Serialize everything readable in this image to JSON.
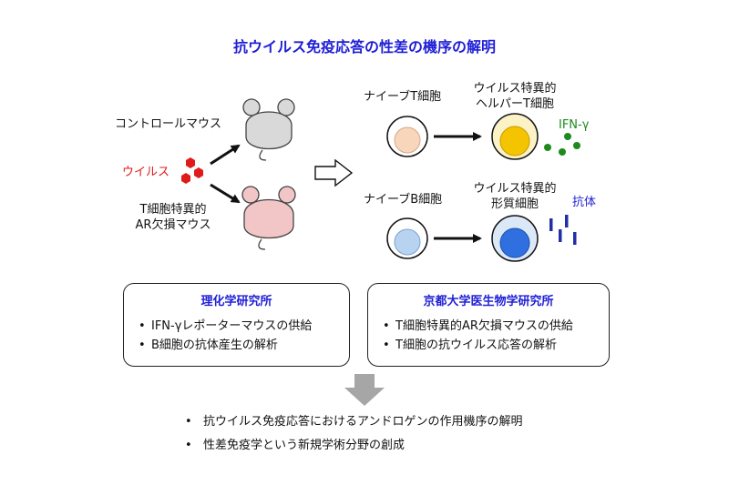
{
  "title": "抗ウイルス免疫応答の性差の機序の解明",
  "labels": {
    "control_mouse": "コントロールマウス",
    "virus": "ウイルス",
    "ko_mouse_line1": "T細胞特異的",
    "ko_mouse_line2": "AR欠損マウス",
    "naive_t": "ナイーブT細胞",
    "helper_t_line1": "ウイルス特異的",
    "helper_t_line2": "ヘルパーT細胞",
    "ifn": "IFN-γ",
    "naive_b": "ナイーブB細胞",
    "plasma_line1": "ウイルス特異的",
    "plasma_line2": "形質細胞",
    "antibody": "抗体"
  },
  "boxes": [
    {
      "title": "理化学研究所",
      "items": [
        "IFN-γレポーターマウスの供給",
        "B細胞の抗体産生の解析"
      ]
    },
    {
      "title": "京都大学医生物学研究所",
      "items": [
        "T細胞特異的AR欠損マウスの供給",
        "T細胞の抗ウイルス応答の解析"
      ]
    }
  ],
  "outcomes": [
    "抗ウイルス免疫応答におけるアンドロゲンの作用機序の解明",
    "性差免疫学という新規学術分野の創成"
  ],
  "colors": {
    "title_blue": "#1f1fd6",
    "virus_red": "#e01b1b",
    "ifn_green": "#1e8a1e",
    "control_mouse": "#d9d9d9",
    "ko_mouse": "#f2c6c6",
    "naive_t_core": "#f7d6bc",
    "helper_t_core": "#f5c400",
    "naive_b_core": "#b8d3f0",
    "plasma_core": "#2f6fe0",
    "big_arrow": "#a6a6a6"
  },
  "icons": [
    "mouse-icon",
    "virus-hexagon-icon",
    "cell-icon",
    "ifn-dot-icon",
    "antibody-bar-icon",
    "hollow-right-arrow-icon",
    "down-arrow-icon"
  ]
}
